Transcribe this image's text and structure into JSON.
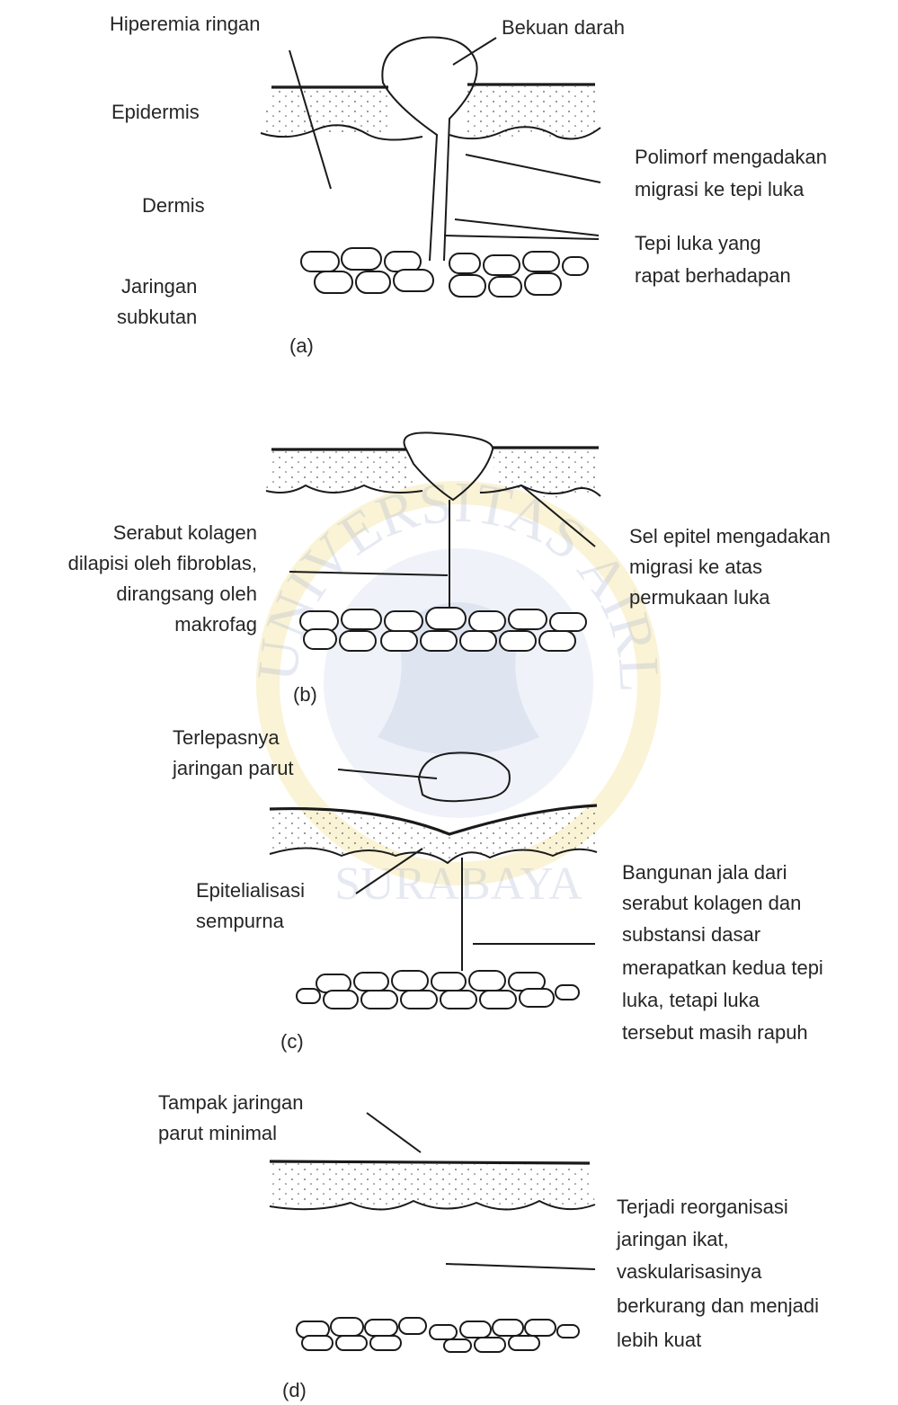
{
  "watermark": {
    "arc_text": "UNIVERSITAS AIRLANGGA",
    "bottom_text": "SURABAYA",
    "ring_color": "#f2dc8a",
    "seal_color": "#9ab0d8"
  },
  "panel_a": {
    "caption": "(a)",
    "labels": {
      "hiperemia": "Hiperemia ringan",
      "bekuan": "Bekuan darah",
      "epidermis": "Epidermis",
      "dermis": "Dermis",
      "subkutan_1": "Jaringan",
      "subkutan_2": "subkutan",
      "polimorf_1": "Polimorf mengadakan",
      "polimorf_2": "migrasi ke tepi luka",
      "tepi_1": "Tepi luka yang",
      "tepi_2": "rapat berhadapan"
    }
  },
  "panel_b": {
    "caption": "(b)",
    "labels": {
      "serabut_1": "Serabut kolagen",
      "serabut_2": "dilapisi oleh fibroblas,",
      "serabut_3": "dirangsang oleh",
      "serabut_4": "makrofag",
      "sel_1": "Sel epitel mengadakan",
      "sel_2": "migrasi ke atas",
      "sel_3": "permukaan luka"
    }
  },
  "panel_c": {
    "caption": "(c)",
    "labels": {
      "terlepas_1": "Terlepasnya",
      "terlepas_2": "jaringan parut",
      "epitel_1": "Epitelialisasi",
      "epitel_2": "sempurna",
      "bangunan_1": "Bangunan jala dari",
      "bangunan_2": "serabut kolagen dan",
      "bangunan_3": "substansi  dasar",
      "bangunan_4": "merapatkan kedua tepi",
      "bangunan_5": "luka, tetapi luka",
      "bangunan_6": "tersebut masih rapuh"
    }
  },
  "panel_d": {
    "caption": "(d)",
    "labels": {
      "tampak_1": "Tampak jaringan",
      "tampak_2": "parut minimal",
      "terjadi_1": "Terjadi  reorganisasi",
      "terjadi_2": "jaringan ikat,",
      "terjadi_3": "vaskularisasinya",
      "terjadi_4": "berkurang dan menjadi",
      "terjadi_5": "lebih kuat"
    }
  }
}
